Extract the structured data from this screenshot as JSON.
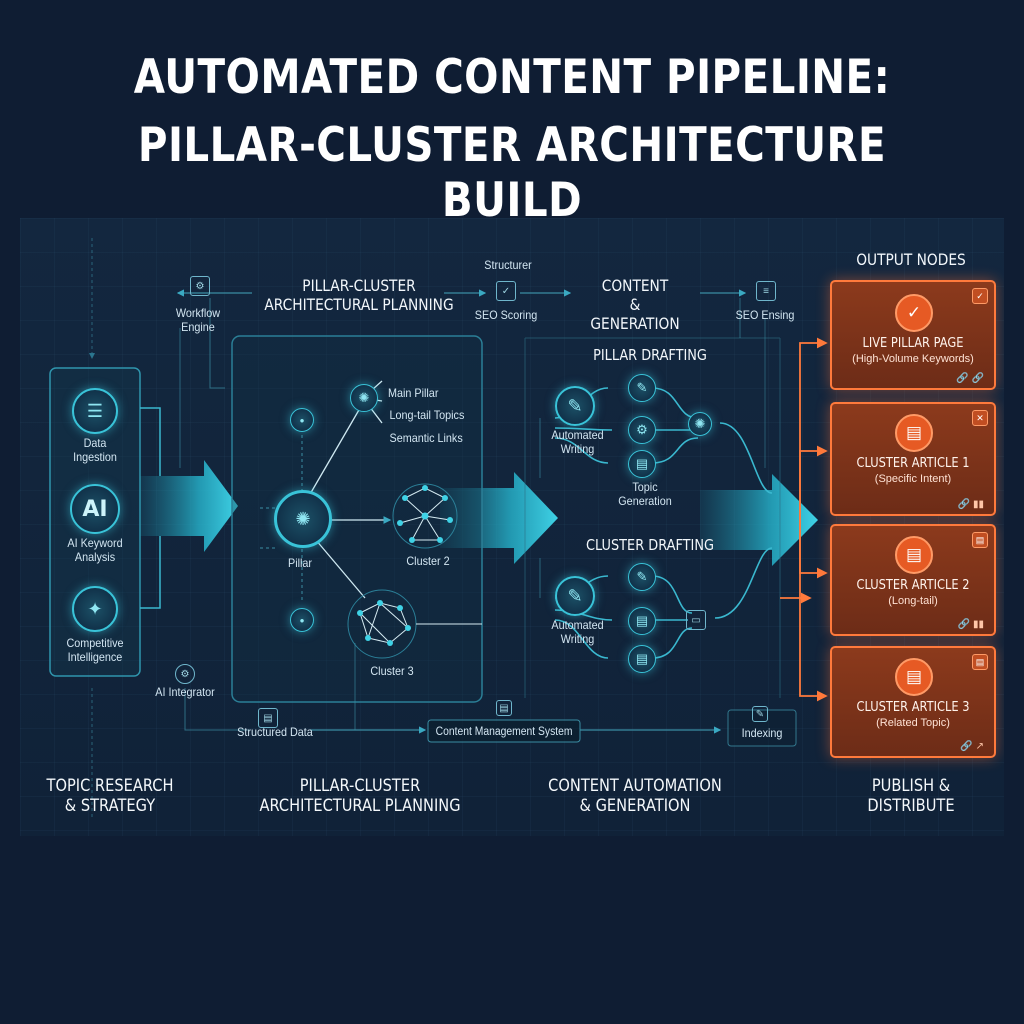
{
  "title": {
    "line1": "AUTOMATED CONTENT PIPELINE:",
    "line2": "PILLAR-CLUSTER ARCHITECTURE BUILD"
  },
  "headers": {
    "planning": "PILLAR-CLUSTER\nARCHITECTURAL PLANNING",
    "generation": "CONTENT\n& GENERATION",
    "output": "OUTPUT NODES",
    "pillar_drafting": "PILLAR DRAFTING",
    "cluster_drafting": "CLUSTER DRAFTING"
  },
  "top_tools": {
    "workflow_engine": "Workflow\nEngine",
    "structurer": "Structurer",
    "seo_scoring": "SEO Scoring",
    "seo_ensing": "SEO Ensing"
  },
  "research": {
    "data_ingestion": "Data\nIngestion",
    "ai_icon": "AI",
    "ai_keyword": "AI Keyword\nAnalysis",
    "competitive": "Competitive\nIntelligence"
  },
  "planning": {
    "main_pillar": "Main Pillar",
    "long_tail": "Long-tail Topics",
    "semantic_links": "Semantic Links",
    "pillar": "Pillar",
    "cluster2": "Cluster 2",
    "cluster3": "Cluster 3"
  },
  "drafting": {
    "automated_writing_1": "Automated\nWriting",
    "topic_generation": "Topic\nGeneration",
    "automated_writing_2": "Automated\nWriting"
  },
  "bottom_tools": {
    "ai_integrator": "AI Integrator",
    "structured_data": "Structured Data",
    "cms": "Content Management System",
    "indexing": "Indexing"
  },
  "outputs": [
    {
      "title": "LIVE PILLAR PAGE",
      "subtitle": "(High-Volume Keywords)"
    },
    {
      "title": "CLUSTER ARTICLE 1",
      "subtitle": "(Specific Intent)"
    },
    {
      "title": "CLUSTER ARTICLE 2",
      "subtitle": "(Long-tail)"
    },
    {
      "title": "CLUSTER ARTICLE 3",
      "subtitle": "(Related Topic)"
    }
  ],
  "stages": {
    "research": "TOPIC RESEARCH\n& STRATEGY",
    "planning": "PILLAR-CLUSTER\nARCHITECTURAL PLANNING",
    "automation": "CONTENT AUTOMATION\n& GENERATION",
    "publish": "PUBLISH &\nDISTRIBUTE"
  },
  "icons": {
    "database": "database-icon",
    "ai": "ai-chip-icon",
    "bulb": "lightbulb-icon",
    "check": "checkmark-icon",
    "document": "document-icon",
    "network": "network-icon"
  },
  "colors": {
    "background": "#0f1d33",
    "cyan_accent": "#39c3d8",
    "orange_accent": "#ff7a3c",
    "card_fill": "#7a3119"
  }
}
